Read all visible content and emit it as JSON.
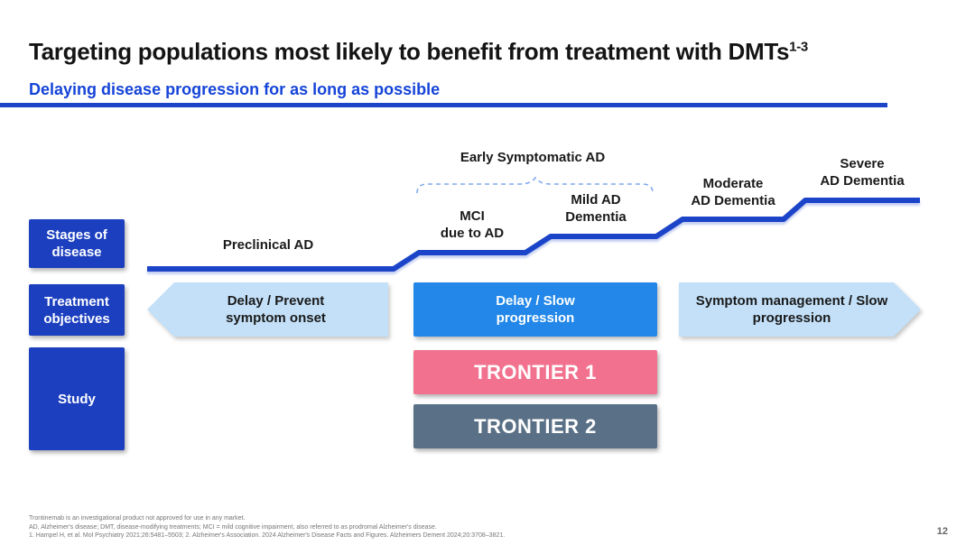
{
  "slide": {
    "title": "Targeting populations most likely to benefit from treatment with DMTs",
    "title_superscript": "1-3",
    "subtitle": "Delaying disease progression for as long as possible",
    "page_number": "12"
  },
  "colors": {
    "accent_blue": "#1b44c8",
    "row_label_blue": "#1c3fbf",
    "mid_blue": "#2287e8",
    "light_blue": "#c3e0f8",
    "pink": "#f1718e",
    "slate": "#597086",
    "brace_blue": "#82a9ee"
  },
  "row_labels": {
    "stages": {
      "line1": "Stages of",
      "line2": "disease"
    },
    "objectives": {
      "line1": "Treatment",
      "line2": "objectives"
    },
    "study": {
      "line1": "Study"
    }
  },
  "staircase": {
    "bracket_label": "Early Symptomatic AD",
    "levels": [
      {
        "line1": "Preclinical AD",
        "line2": ""
      },
      {
        "line1": "MCI",
        "line2": "due to AD"
      },
      {
        "line1": "Mild AD",
        "line2": "Dementia"
      },
      {
        "line1": "Moderate",
        "line2": "AD Dementia"
      },
      {
        "line1": "Severe",
        "line2": "AD Dementia"
      }
    ]
  },
  "objectives": [
    {
      "line1": "Delay / Prevent",
      "line2": "symptom onset"
    },
    {
      "line1": "Delay / Slow",
      "line2": "progression"
    },
    {
      "line1": "Symptom management / Slow",
      "line2": "progression"
    }
  ],
  "studies": [
    {
      "label": "TRONTIER 1"
    },
    {
      "label": "TRONTIER 2"
    }
  ],
  "footnotes": {
    "line1": "Trontinemab is an investigational product not approved for use in any market.",
    "line2": "AD, Alzheimer's disease; DMT, disease-modifying treatments; MCI = mild cognitive impairment, also referred to as prodromal Alzheimer's disease.",
    "line3": "1. Hampel H, et al. Mol Psychiatry 2021;26:5481–5503; 2. Alzheimer's Association. 2024 Alzheimer's Disease Facts and Figures. Alzheimers Dement 2024;20:3708–3821."
  }
}
